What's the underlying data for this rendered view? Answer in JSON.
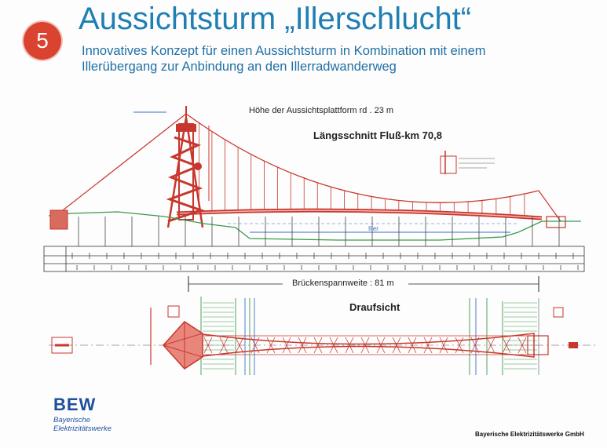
{
  "slide": {
    "number": "5",
    "title": "Aussichtsturm „Illerschlucht“",
    "subtitle_line1": "Innovatives Konzept für einen Aussichtsturm in Kombination mit einem",
    "subtitle_line2": "Illerübergang zur Anbindung an den Illerradwanderweg"
  },
  "drawing": {
    "platform_height_label": "Höhe der Aussichtsplattform  rd . 23 m",
    "section_title": "Längsschnitt Fluß-km 70,8",
    "river_label": "Iller",
    "span_label": "Brückenspannweite :  81 m",
    "plan_title": "Draufsicht"
  },
  "branding": {
    "logo_text": "BEW",
    "logo_sub_line1": "Bayerische",
    "logo_sub_line2": "Elektrizitätswerke",
    "footer_company": "Bayerische Elektrizitätswerke GmbH"
  },
  "colors": {
    "title": "#1f7fb4",
    "badge": "#d9432f",
    "structure_red": "#c8372d",
    "terrain_green": "#3a9a4a",
    "water_blue": "#3b6fc4",
    "logo_blue": "#1e4f9c"
  }
}
